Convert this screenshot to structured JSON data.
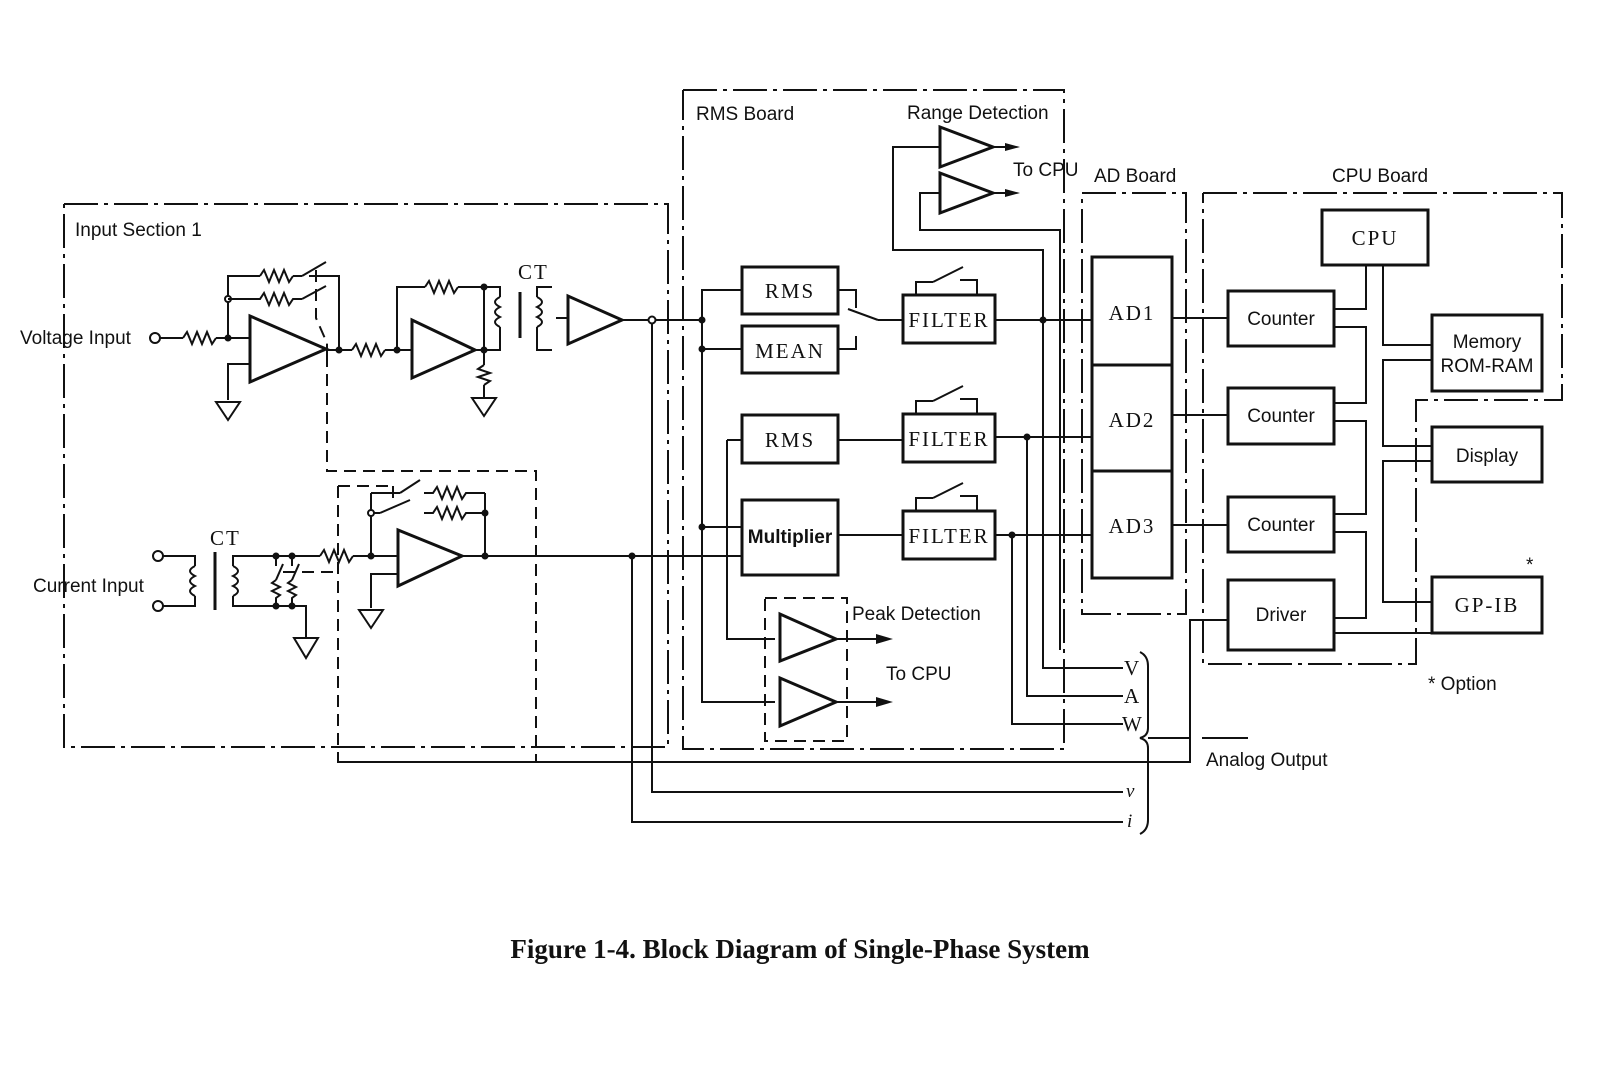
{
  "figure": {
    "caption": "Figure 1-4.  Block Diagram of Single-Phase System"
  },
  "sections": {
    "input_section": "Input Section 1",
    "rms_board": "RMS Board",
    "ad_board": "AD Board",
    "cpu_board": "CPU Board"
  },
  "inputs": {
    "voltage": "Voltage Input",
    "current": "Current Input",
    "ct_voltage": "CT",
    "ct_current": "CT"
  },
  "rms_board": {
    "rms_1": "RMS",
    "mean": "MEAN",
    "rms_2": "RMS",
    "multiplier": "Multiplier",
    "filter_1": "FILTER",
    "filter_2": "FILTER",
    "filter_3": "FILTER",
    "range_detection": "Range Detection",
    "range_to_cpu": "To CPU",
    "peak_detection": "Peak Detection",
    "peak_to_cpu": "To CPU"
  },
  "ad_board": {
    "ad1": "AD1",
    "ad2": "AD2",
    "ad3": "AD3"
  },
  "cpu_board": {
    "cpu": "CPU",
    "counter_1": "Counter",
    "counter_2": "Counter",
    "counter_3": "Counter",
    "driver": "Driver",
    "memory_line1": "Memory",
    "memory_line2": "ROM-RAM",
    "display": "Display",
    "gpib": "GP-IB",
    "gpib_marker": "*"
  },
  "outputs": {
    "V": "V",
    "A": "A",
    "W": "W",
    "v": "v",
    "i": "i",
    "analog_output": "Analog Output"
  },
  "notes": {
    "option": "* Option"
  }
}
